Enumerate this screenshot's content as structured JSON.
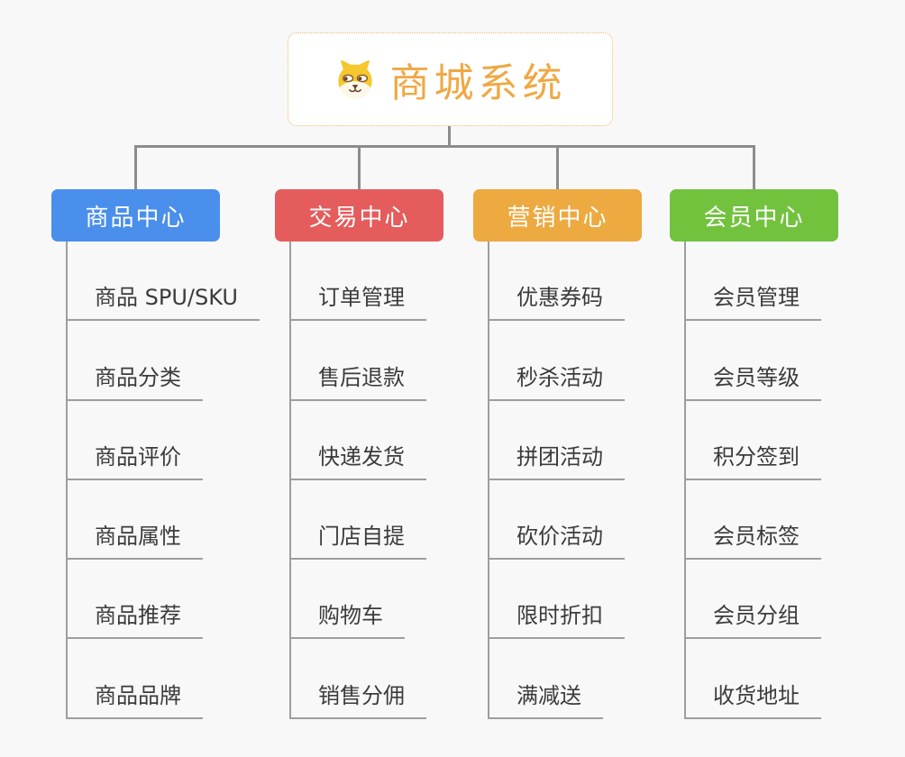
{
  "root": {
    "title": "商城系统",
    "icon": "dog-icon"
  },
  "palette": {
    "background": "#f8f8f8",
    "line": "#8c8c8c",
    "child_line": "#9e9e9e",
    "child_text": "#3b3b3b",
    "root_text": "#efa843",
    "root_border": "#f2b763",
    "node_text": "#ffffff"
  },
  "branches": [
    {
      "id": "product-center",
      "label": "商品中心",
      "color": "#4a8feb",
      "children": [
        "商品 SPU/SKU",
        "商品分类",
        "商品评价",
        "商品属性",
        "商品推荐",
        "商品品牌"
      ]
    },
    {
      "id": "trade-center",
      "label": "交易中心",
      "color": "#e45c5c",
      "children": [
        "订单管理",
        "售后退款",
        "快递发货",
        "门店自提",
        "购物车",
        "销售分佣"
      ]
    },
    {
      "id": "marketing-center",
      "label": "营销中心",
      "color": "#ecaa41",
      "children": [
        "优惠券码",
        "秒杀活动",
        "拼团活动",
        "砍价活动",
        "限时折扣",
        "满减送"
      ]
    },
    {
      "id": "member-center",
      "label": "会员中心",
      "color": "#72c23e",
      "children": [
        "会员管理",
        "会员等级",
        "积分签到",
        "会员标签",
        "会员分组",
        "收货地址"
      ]
    }
  ]
}
